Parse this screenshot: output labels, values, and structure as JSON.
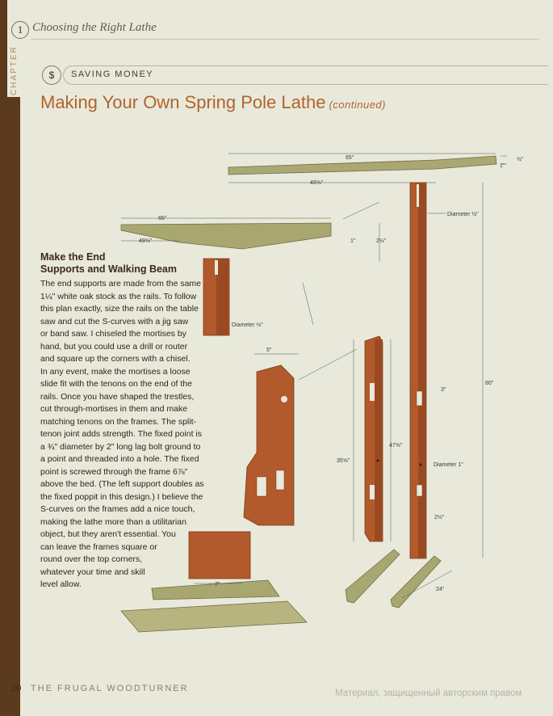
{
  "header": {
    "chapter_number": "1",
    "chapter_word": "CHAPTER",
    "chapter_title": "Choosing the Right Lathe"
  },
  "section": {
    "icon": "dollar-sign-icon",
    "icon_glyph": "$",
    "label": "SAVING MONEY"
  },
  "article": {
    "title": "Making Your Own Spring Pole Lathe",
    "title_suffix": "(continued)",
    "subhead_line1": "Make the End",
    "subhead_line2": "Supports and Walking Beam",
    "body_lines": [
      "The end supports are made from the same",
      "1¼\" white oak stock as the rails. To follow",
      "this plan exactly, size the rails on the table",
      "saw and cut the S-curves with a jig saw",
      "or band saw. I chiseled the mortises by",
      "hand, but you could use a drill or router",
      "and square up the corners with a chisel.",
      "In any event, make the mortises a loose",
      "slide fit with the tenons on the end of the",
      "rails. Once you have shaped the trestles,",
      "cut through-mortises in them and make",
      "matching tenons on the frames. The split-",
      "tenon joint adds strength. The fixed point is",
      "a ¾\" diameter by 2\" long lag bolt ground to",
      "a point and threaded into a hole. The fixed",
      "point is screwed through the frame 6⅞\"",
      "above the bed. (The left support doubles as",
      "the fixed poppit in this design.) I believe the",
      "S-curves on the frames add a nice touch,",
      "making the lathe more than a utilitarian",
      "object, but they aren't essential. You",
      "can leave the frames square or",
      "round over the top corners,",
      "whatever your time and skill",
      "level allow."
    ]
  },
  "diagram": {
    "dims": {
      "beam_top_length": "65\"",
      "beam_top_thickness": "½\"",
      "beam_top_height": "1\"",
      "beam_top_half": "49⅝\"",
      "beam_mid_length": "65\"",
      "beam_mid_half": "49⅝\"",
      "beam_mid_thickness": "1\"",
      "beam_mid_height": "2½\"",
      "post_dowel": "Diameter ½\"",
      "small_dowel": "Diameter ½\"",
      "frame_width": "5\"",
      "frame_height_a": "35⅝\"",
      "frame_height_b": "47⅝\"",
      "mortise_width": "3\"",
      "post_height": "80\"",
      "post_hole": "Diameter 1\"",
      "foot_height": "2½\"",
      "foot_spread": "24\"",
      "base_width": "7\""
    }
  },
  "footer": {
    "page_number": "20",
    "book_title": "THE FRUGAL WOODTURNER",
    "watermark": "Материал, защищенный авторским правом"
  },
  "colors": {
    "spine": "#5c3a1e",
    "accent": "#b2632a",
    "wood_red": "#b25a2c",
    "wood_green": "#a7a770"
  }
}
